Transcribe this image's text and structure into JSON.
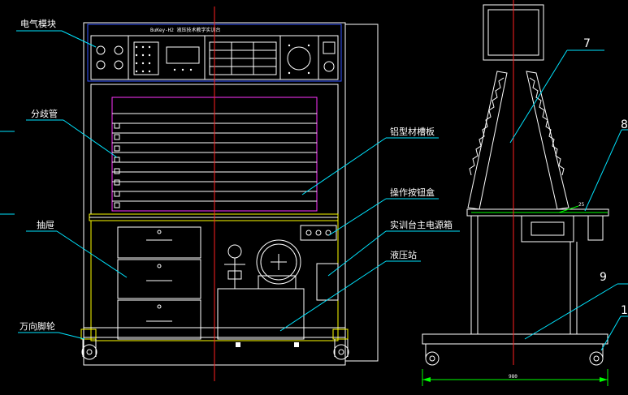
{
  "labels": {
    "electric_module": "电气模块",
    "manifold": "分歧管",
    "drawer": "抽屉",
    "caster": "万向脚轮",
    "aluminum_slot_panel": "铝型材槽板",
    "button_box": "操作按钮盒",
    "main_power_box": "实训台主电源箱",
    "hydraulic_station": "液压站"
  },
  "panel_title": "BuKey-H2  液压技术教学实训台",
  "callout_numbers": {
    "n7": "7",
    "n8": "8",
    "n9": "9",
    "n1": "1"
  },
  "dimensions": {
    "width_dim": "980",
    "small_dim": "25"
  },
  "colors": {
    "background": "#000000",
    "outline": "#ffffff",
    "frame": "#ffff00",
    "leader": "#00e5ff",
    "centerline": "#ff2020",
    "slot_panel": "#ff33ff",
    "panel_border": "#3355ff"
  }
}
